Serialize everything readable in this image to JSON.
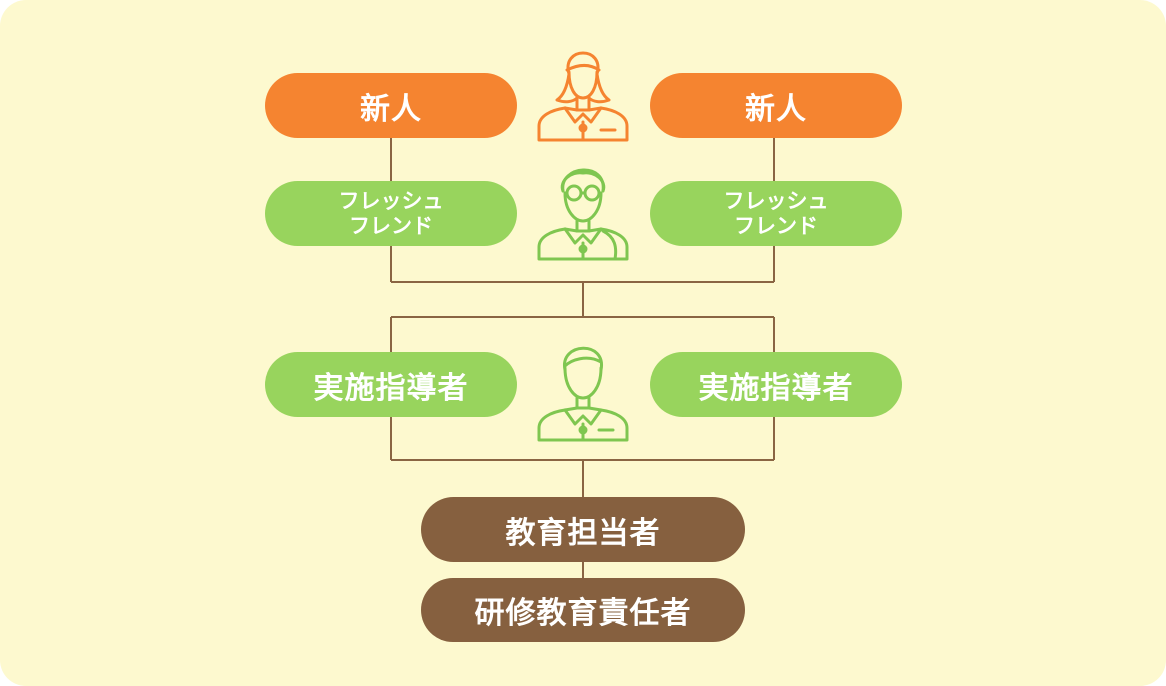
{
  "row1": {
    "left_label": "新人",
    "right_label": "新人",
    "color": "#f58430"
  },
  "row2": {
    "left_label": "フレッシュ\nフレンド",
    "right_label": "フレッシュ\nフレンド",
    "color": "#98d45d"
  },
  "row3": {
    "left_label": "実施指導者",
    "right_label": "実施指導者",
    "color": "#98d45d"
  },
  "row4": {
    "label": "教育担当者",
    "color": "#86603f"
  },
  "row5": {
    "label": "研修教育責任者",
    "color": "#86603f"
  },
  "icons": {
    "row1": "person-woman-icon",
    "row2": "person-with-glasses-icon",
    "row3": "person-icon"
  },
  "colors": {
    "background": "#fdf9cf",
    "connector": "#8a6543"
  }
}
